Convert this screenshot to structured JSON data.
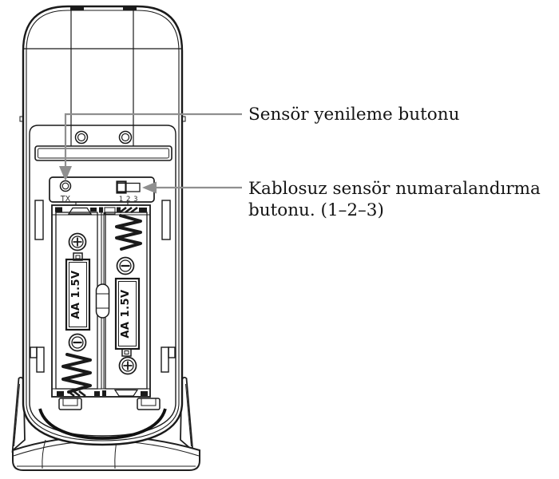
{
  "meta": {
    "type": "technical-diagram",
    "subject": "wireless-sensor-battery-compartment",
    "language": "tr"
  },
  "colors": {
    "background": "#ffffff",
    "ink": "#1a1a1a",
    "leader_gray": "#8f8f8f",
    "label_text": "#141414"
  },
  "callouts": {
    "refresh_button": {
      "label": "Sensör yenileme butonu"
    },
    "numbering_switch": {
      "label_line1": "Kablosuz sensör numaralandırma",
      "label_line2": "butonu. (1–2–3)"
    }
  },
  "device": {
    "tx_button_label": "TX",
    "switch_positions_label": "1 2 3",
    "battery_left_label": "AA 1.5V",
    "battery_right_label": "AA 1.5V"
  }
}
